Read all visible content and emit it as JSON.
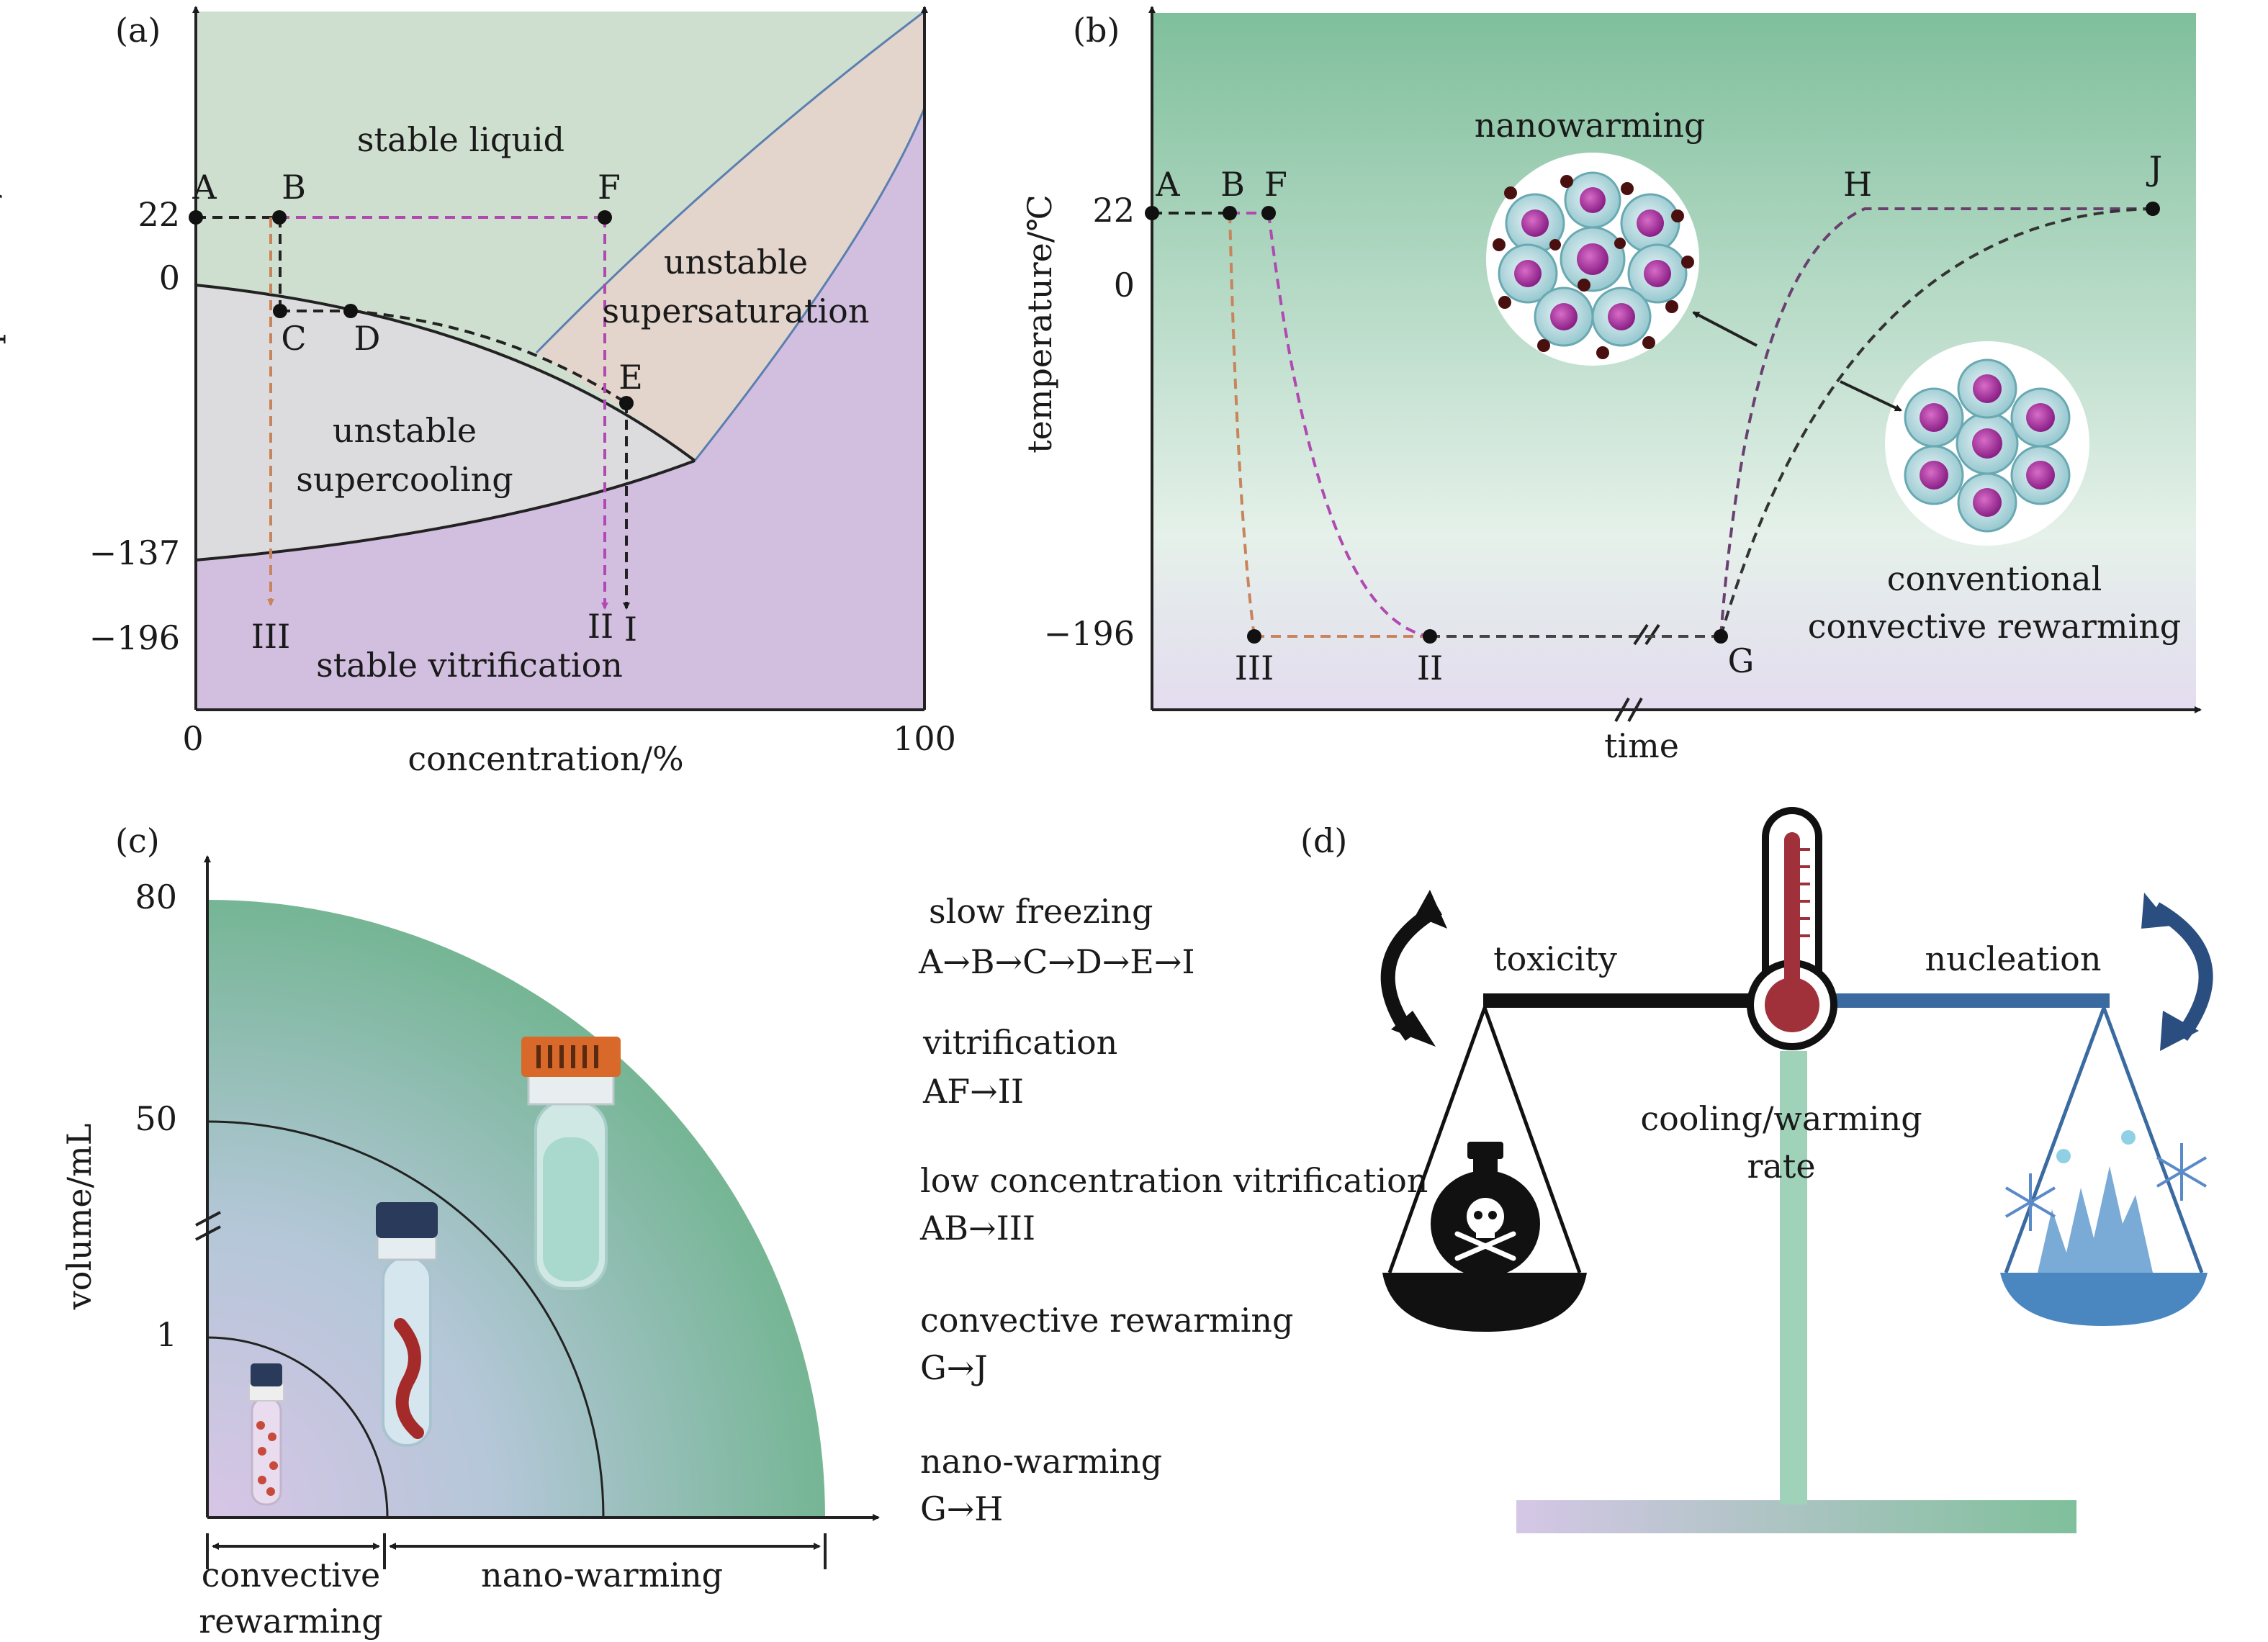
{
  "panel_a": {
    "tag": "(a)",
    "ylabel": "temperature/℃",
    "xlabel": "concentration/%",
    "yticks": [
      "22",
      "0",
      "−137",
      "−196"
    ],
    "xticks": [
      "0",
      "100"
    ],
    "regions": {
      "stable_liquid": "stable liquid",
      "unstable_super_1": "unstable",
      "unstable_super_2": "supersaturation",
      "unstable_cool_1": "unstable",
      "unstable_cool_2": "supercooling",
      "stable_vitrification": "stable vitrification"
    },
    "points": {
      "A": "A",
      "B": "B",
      "C": "C",
      "D": "D",
      "E": "E",
      "F": "F",
      "I": "I",
      "II": "II",
      "III": "III"
    },
    "colors": {
      "liquid": "#cfdfcf",
      "supersat": "#e3d5cc",
      "supercool": "#dcdcde",
      "vitrif": "#d2bfe0",
      "orange": "#c8845a",
      "purple": "#b04ab0"
    }
  },
  "panel_b": {
    "tag": "(b)",
    "ylabel": "temperature/℃",
    "xlabel": "time",
    "yticks": [
      "22",
      "0",
      "−196"
    ],
    "points": {
      "A": "A",
      "B": "B",
      "F": "F",
      "G": "G",
      "H": "H",
      "J": "J",
      "II": "II",
      "III": "III"
    },
    "nanowarming": "nanowarming",
    "conventional_1": "conventional",
    "conventional_2": "convective rewarming"
  },
  "panel_c": {
    "tag": "(c)",
    "ylabel": "volume/mL",
    "yticks": [
      "80",
      "50",
      "1"
    ],
    "range_left_1": "convective",
    "range_left_2": "rewarming",
    "range_right": "nano-warming"
  },
  "processes": [
    {
      "name": "slow freezing",
      "path": "A→B→C→D→E→I"
    },
    {
      "name": "vitrification",
      "path": "AF→II"
    },
    {
      "name": "low concentration vitrification",
      "path": "AB→III"
    },
    {
      "name": "convective rewarming",
      "path": "G→J"
    },
    {
      "name": "nano-warming",
      "path": "G→H"
    }
  ],
  "panel_d": {
    "tag": "(d)",
    "left": "toxicity",
    "right": "nucleation",
    "center_1": "cooling/warming",
    "center_2": "rate"
  }
}
